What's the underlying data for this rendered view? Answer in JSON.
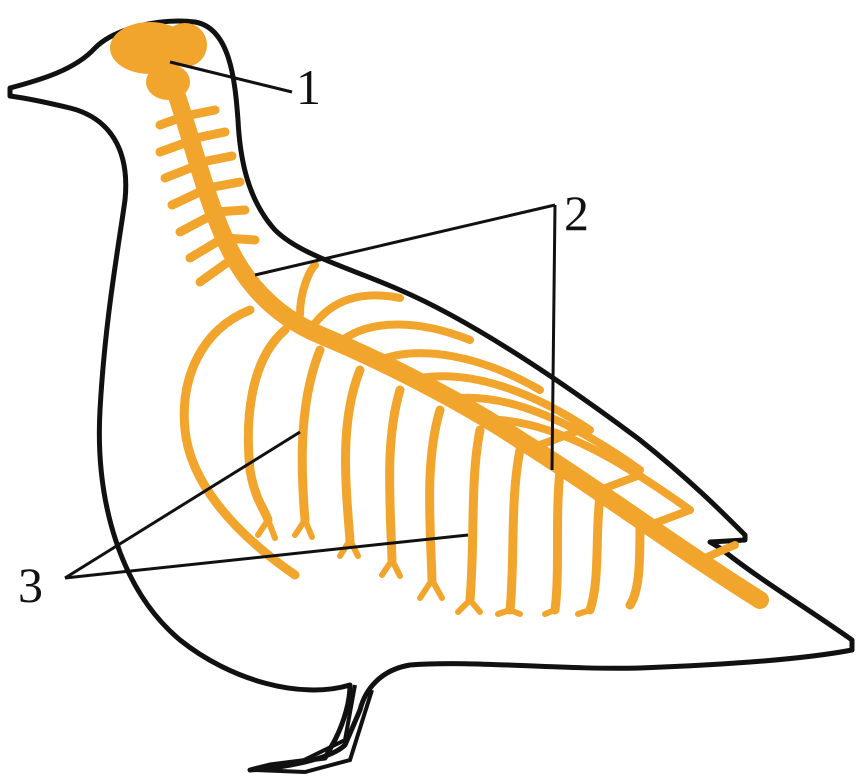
{
  "labels": {
    "one": "1",
    "two": "2",
    "three": "3"
  },
  "colors": {
    "outline": "#111111",
    "nerve": "#f2a52c",
    "nerve_dark": "#e08a18",
    "leader": "#111111",
    "background": "#ffffff"
  }
}
